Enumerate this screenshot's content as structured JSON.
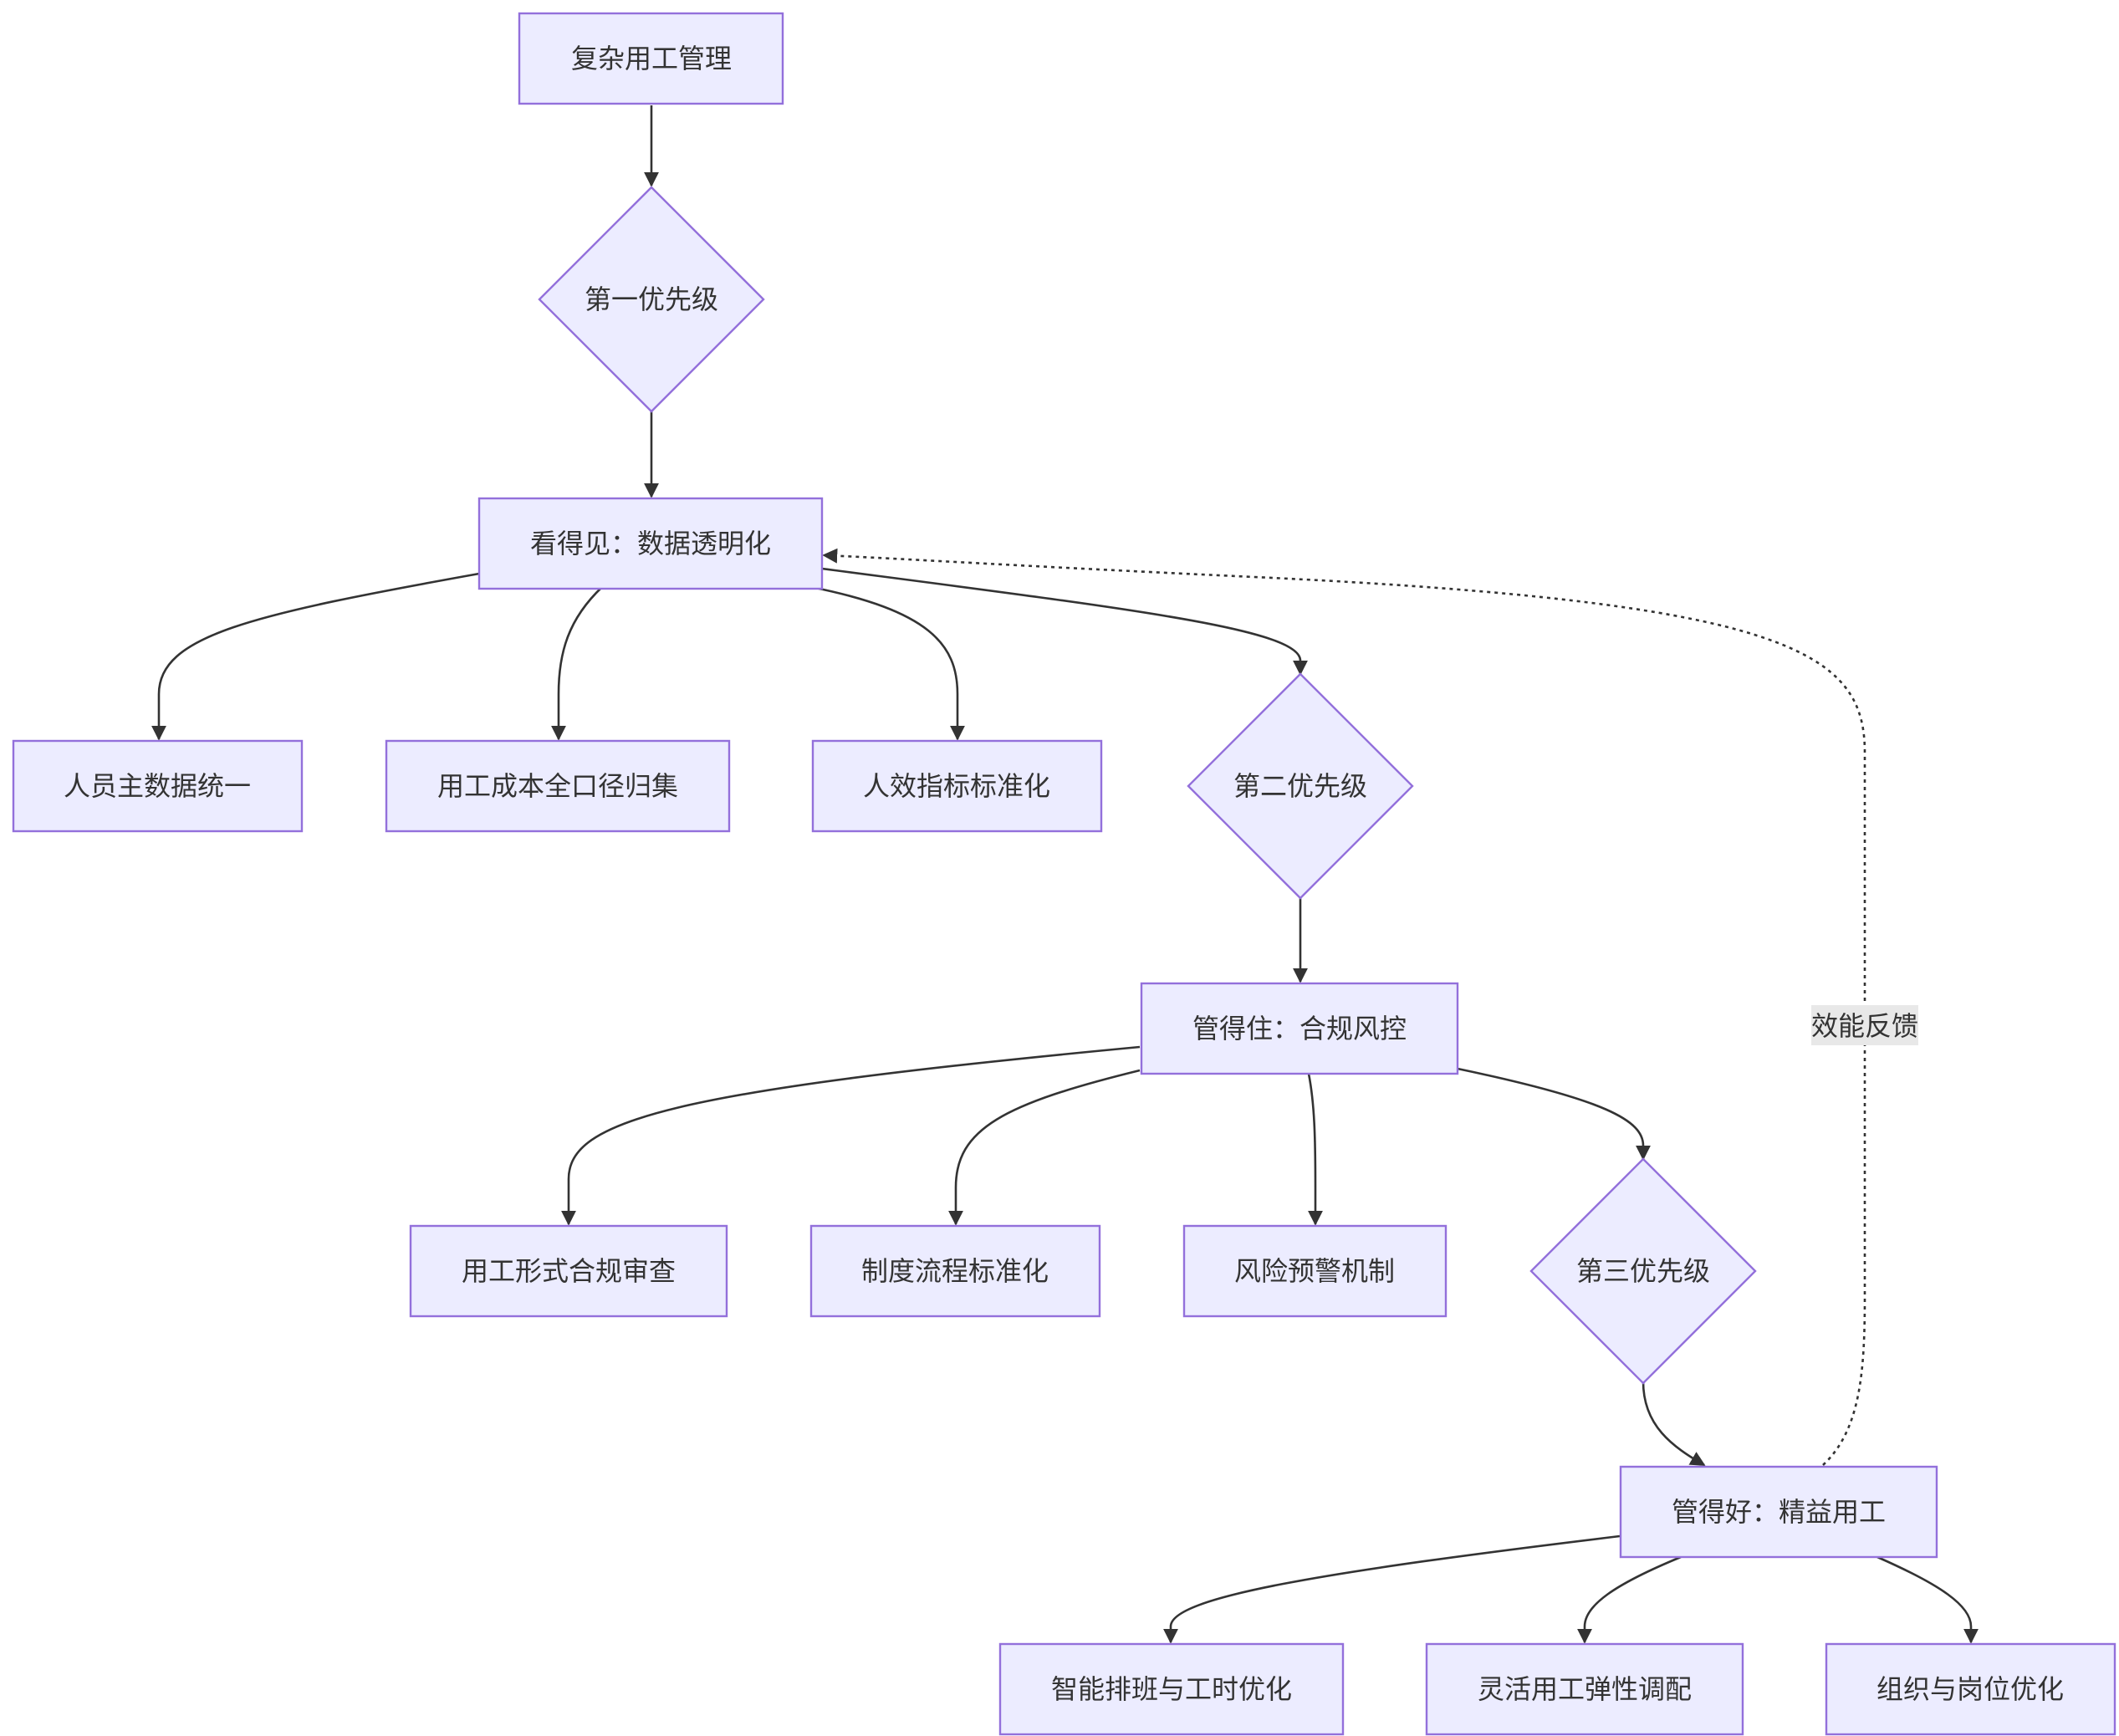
{
  "diagram": {
    "type": "flowchart",
    "colors": {
      "node_fill": "#ECECFF",
      "node_stroke": "#9370DB",
      "edge": "#333333",
      "text": "#333333",
      "edge_label_bg": "#e8e8e8"
    },
    "nodes": {
      "root": "复杂用工管理",
      "p1": "第一优先级",
      "see": "看得见：数据透明化",
      "see_1": "人员主数据统一",
      "see_2": "用工成本全口径归集",
      "see_3": "人效指标标准化",
      "p2": "第二优先级",
      "control": "管得住：合规风控",
      "control_1": "用工形式合规审查",
      "control_2": "制度流程标准化",
      "control_3": "风险预警机制",
      "p3": "第三优先级",
      "manage": "管得好：精益用工",
      "manage_1": "智能排班与工时优化",
      "manage_2": "灵活用工弹性调配",
      "manage_3": "组织与岗位优化"
    },
    "edges": [
      {
        "from": "root",
        "to": "p1"
      },
      {
        "from": "p1",
        "to": "see"
      },
      {
        "from": "see",
        "to": "see_1"
      },
      {
        "from": "see",
        "to": "see_2"
      },
      {
        "from": "see",
        "to": "see_3"
      },
      {
        "from": "see",
        "to": "p2"
      },
      {
        "from": "p2",
        "to": "control"
      },
      {
        "from": "control",
        "to": "control_1"
      },
      {
        "from": "control",
        "to": "control_2"
      },
      {
        "from": "control",
        "to": "control_3"
      },
      {
        "from": "control",
        "to": "p3"
      },
      {
        "from": "p3",
        "to": "manage"
      },
      {
        "from": "manage",
        "to": "manage_1"
      },
      {
        "from": "manage",
        "to": "manage_2"
      },
      {
        "from": "manage",
        "to": "manage_3"
      },
      {
        "from": "manage",
        "to": "see",
        "style": "dotted",
        "label": "效能反馈"
      }
    ]
  }
}
